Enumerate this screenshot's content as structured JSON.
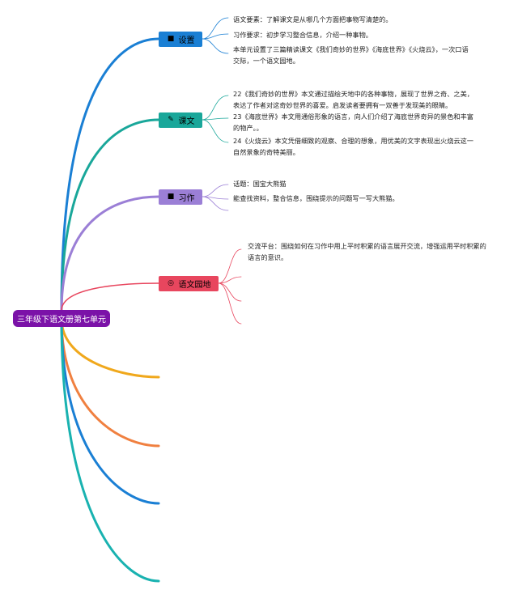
{
  "root": {
    "label": "三年级下语文册第七单元",
    "color": "#7b12a8"
  },
  "branches": [
    {
      "label": "设置",
      "color": "#1a7fd4",
      "icon": "square-icon",
      "notes": [
        "语文要素：了解课文是从哪几个方面把事物写清楚的。",
        "习作要求：初步学习整合信息，介绍一种事物。",
        "本单元设置了三篇精读课文《我们奇妙的世界》《海底世界》《火烧云》，一次口语交际，一个语文园地。"
      ]
    },
    {
      "label": "课文",
      "color": "#19a79a",
      "icon": "pencil-icon",
      "notes": [
        "22《我们奇妙的世界》本文通过描绘天地中的各种事物，展现了世界之奇、之美，表达了作者对这奇妙世界的喜爱。启发读者要拥有一双善于发现美的眼睛。",
        "23《海底世界》本文用通俗形象的语言，向人们介绍了海底世界奇异的景色和丰富的物产。。",
        "24《火烧云》本文凭借细致的观察、合理的想象，用优美的文字表现出火烧云这一自然景象的奇特美丽。"
      ]
    },
    {
      "label": "习作",
      "color": "#9b7fd6",
      "icon": "square-icon",
      "notes": [
        "话题：国宝大熊猫",
        "能查找资料，整合信息，围绕提示的问题写一写大熊猫。"
      ]
    },
    {
      "label": "语文园地",
      "color": "#e8465e",
      "icon": "circle-icon",
      "notes": [
        "交流平台：围绕如何在习作中用上平时积累的语言展开交流，增强运用平时积累的语言的意识。"
      ]
    }
  ],
  "extra_branch_colors": [
    "#f0a81c",
    "#f08040",
    "#1a7fd4",
    "#19b2b0"
  ]
}
